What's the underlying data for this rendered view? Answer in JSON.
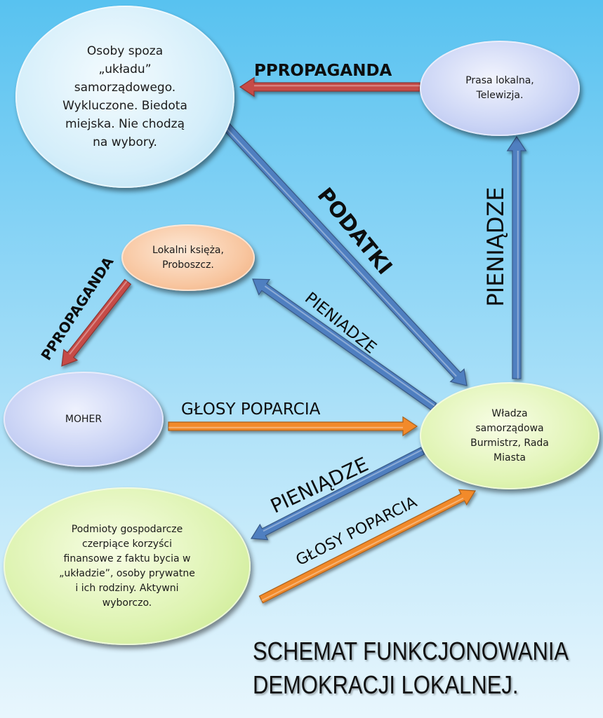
{
  "colors": {
    "propaganda_arrow": "#c64b47",
    "money_arrow": "#4f7fc0",
    "support_arrow": "#f28a2a"
  },
  "nodes": {
    "outsiders": [
      "Osoby spoza",
      "„układu”",
      "samorządowego.",
      "Wykluczone. Biedota",
      "miejska. Nie chodzą",
      "na wybory."
    ],
    "media": [
      "Prasa lokalna,",
      "Telewizja."
    ],
    "priests": [
      "Lokalni księża,",
      "Proboszcz."
    ],
    "moher": "MOHER",
    "authority": [
      "Władza",
      "samorządowa",
      "Burmistrz, Rada",
      "Miasta"
    ],
    "business": [
      "Podmioty gospodarcze",
      "czerpiące korzyści",
      "finansowe z faktu bycia w",
      "„układzie”, osoby prywatne",
      "i ich rodziny. Aktywni",
      "wyborczo."
    ]
  },
  "edges": {
    "media_to_outsiders": "PPROPAGANDA",
    "outsiders_to_authority": "PODATKI",
    "authority_to_media": "PIENIĄDZE",
    "authority_to_priests": "PIENIADZE",
    "priests_to_moher": "PPROPAGANDA",
    "moher_to_authority": "GŁOSY POPARCIA",
    "authority_to_business": "PIENIĄDZE",
    "business_to_authority": "GŁOSY POPARCIA"
  },
  "title": [
    "SCHEMAT FUNKCJONOWANIA",
    "DEMOKRACJI LOKALNEJ."
  ]
}
